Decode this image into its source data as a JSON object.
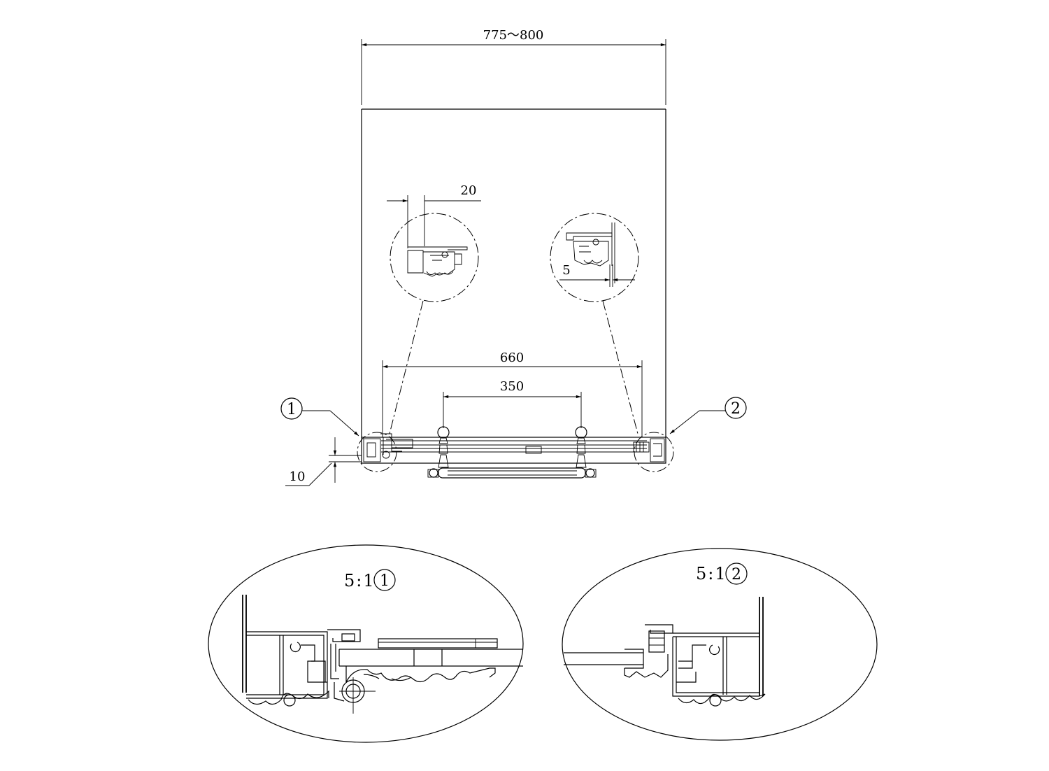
{
  "dimensions": {
    "overall_width": "775～800",
    "left_detail_width": "20",
    "right_detail_gap": "5",
    "bottom_offset": "10",
    "rail_length": "660",
    "handle_spacing": "350"
  },
  "callouts": {
    "left": "1",
    "right": "2"
  },
  "details": {
    "left": {
      "scale": "5:1",
      "ref": "1"
    },
    "right": {
      "scale": "5:1",
      "ref": "2"
    }
  }
}
